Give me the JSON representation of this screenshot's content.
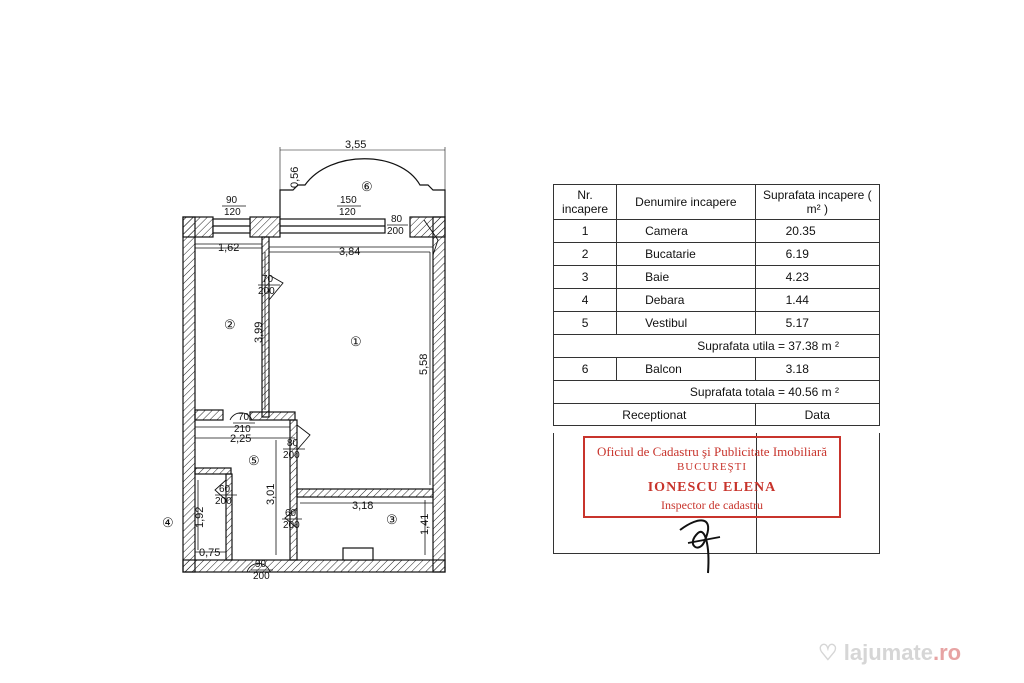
{
  "floor_plan": {
    "rooms": [
      {
        "number": "①",
        "id": "1"
      },
      {
        "number": "②",
        "id": "2"
      },
      {
        "number": "③",
        "id": "3"
      },
      {
        "number": "④",
        "id": "4"
      },
      {
        "number": "⑤",
        "id": "5"
      },
      {
        "number": "⑥",
        "id": "6"
      }
    ],
    "dimensions": {
      "balcony_width": "3,55",
      "balcony_depth": "0,56",
      "room1_width": "3,84",
      "room1_height": "5,58",
      "room2_width": "1,62",
      "room2_height": "3,99",
      "hall_width": "2,25",
      "hall_height": "3,01",
      "bath_width": "3,18",
      "bath_height": "1,41",
      "storage_height": "1,92",
      "storage_width": "0,75"
    },
    "openings": {
      "window_left_w": "90",
      "window_left_h": "120",
      "balcony_window_w": "150",
      "balcony_window_h": "120",
      "balcony_door_w": "80",
      "balcony_door_h": "200",
      "door_kitchen_w": "70",
      "door_kitchen_h": "200",
      "door_room_w": "70",
      "door_room_h": "210",
      "door_hall_w": "80",
      "door_hall_h": "200",
      "door_storage_w": "60",
      "door_storage_h": "200",
      "door_bath_w": "60",
      "door_bath_h": "200",
      "door_entry_w": "90",
      "door_entry_h": "200"
    }
  },
  "table": {
    "headers": {
      "nr": "Nr. incapere",
      "name": "Denumire incapere",
      "area": "Suprafata incapere ( m² )"
    },
    "rows": [
      {
        "nr": "1",
        "name": "Camera",
        "area": "20.35"
      },
      {
        "nr": "2",
        "name": "Bucatarie",
        "area": "6.19"
      },
      {
        "nr": "3",
        "name": "Baie",
        "area": "4.23"
      },
      {
        "nr": "4",
        "name": "Debara",
        "area": "1.44"
      },
      {
        "nr": "5",
        "name": "Vestibul",
        "area": "5.17"
      }
    ],
    "useful_area": "Suprafata utila = 37.38 m ²",
    "balcony_row": {
      "nr": "6",
      "name": "Balcon",
      "area": "3.18"
    },
    "total_area": "Suprafata totala = 40.56 m ²",
    "receptionat": "Receptionat",
    "data": "Data"
  },
  "stamp": {
    "line1": "Oficiul de Cadastru şi Publicitate Imobiliară",
    "line2": "BUCUREŞTI",
    "line3": "IONESCU ELENA",
    "line4": "Inspector de cadastru",
    "color": "#c8342c"
  },
  "watermark": {
    "text": "lajumate",
    "suffix": ".ro"
  }
}
